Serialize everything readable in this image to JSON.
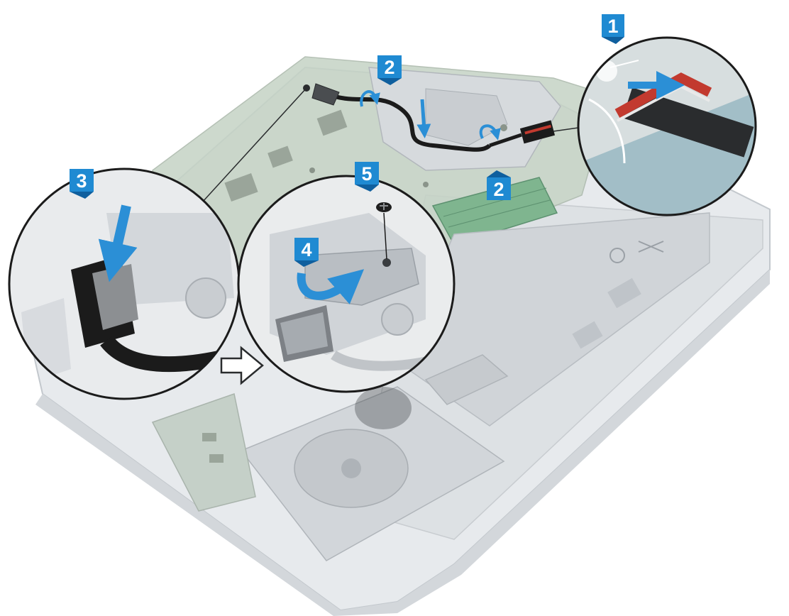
{
  "colors": {
    "callout_blue": "#1f8ad2",
    "callout_blue_dark": "#0f5f9e",
    "arrow_blue": "#2b8fd6",
    "board_green": "#b7cbb7",
    "chassis": "#e4e7ea",
    "chassis_edge": "#c3c8cd",
    "metal": "#b9bec3",
    "cable_black": "#1b1b1b",
    "cable_red": "#c23a2f"
  },
  "steps": [
    {
      "id": "step-1",
      "label": "1"
    },
    {
      "id": "step-2a",
      "label": "2"
    },
    {
      "id": "step-2b",
      "label": "2"
    },
    {
      "id": "step-3",
      "label": "3"
    },
    {
      "id": "step-4",
      "label": "4"
    },
    {
      "id": "step-5",
      "label": "5"
    }
  ],
  "icons": {
    "sequence_arrow": "hollow-right-arrow-icon",
    "screw": "screw-icon"
  }
}
